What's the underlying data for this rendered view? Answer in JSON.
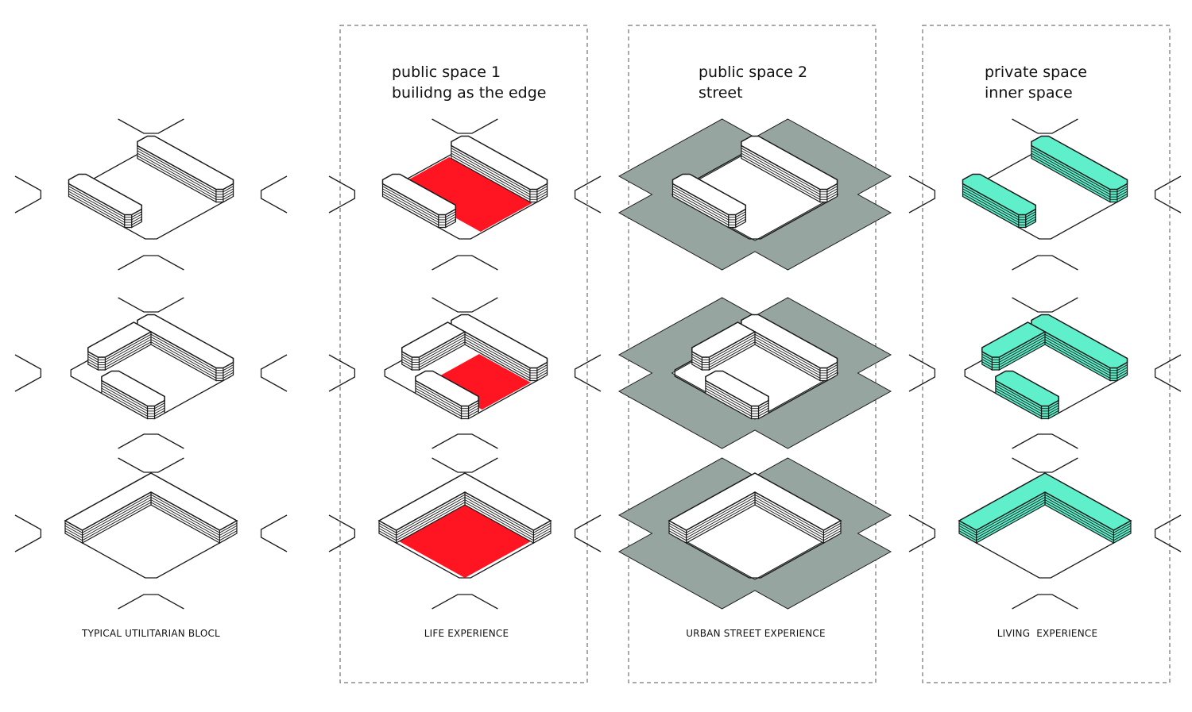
{
  "colors": {
    "public_space": "#ff1522",
    "street": "#96a5a0",
    "private_space": "#5ff0cb",
    "line": "#1a1a1a",
    "building_face": "#ffffff"
  },
  "columns": [
    {
      "id": "typical",
      "framed": false,
      "heading": [],
      "caption": "TYPICAL UTILITARIAN BLOCL",
      "highlight": "none"
    },
    {
      "id": "public1",
      "framed": true,
      "heading": [
        "public space 1",
        "builidng as the edge"
      ],
      "caption": "LIFE EXPERIENCE",
      "highlight": "courtyard"
    },
    {
      "id": "public2",
      "framed": true,
      "heading": [
        "public space 2",
        "street"
      ],
      "caption": "URBAN STREET EXPERIENCE",
      "highlight": "street"
    },
    {
      "id": "private",
      "framed": true,
      "heading": [
        "private space",
        "inner space"
      ],
      "caption": "LIVING  EXPERIENCE",
      "highlight": "buildings"
    }
  ],
  "block_variants": [
    "two-parallel-bars",
    "u-shape-with-short-bar",
    "l-shape-corner"
  ]
}
